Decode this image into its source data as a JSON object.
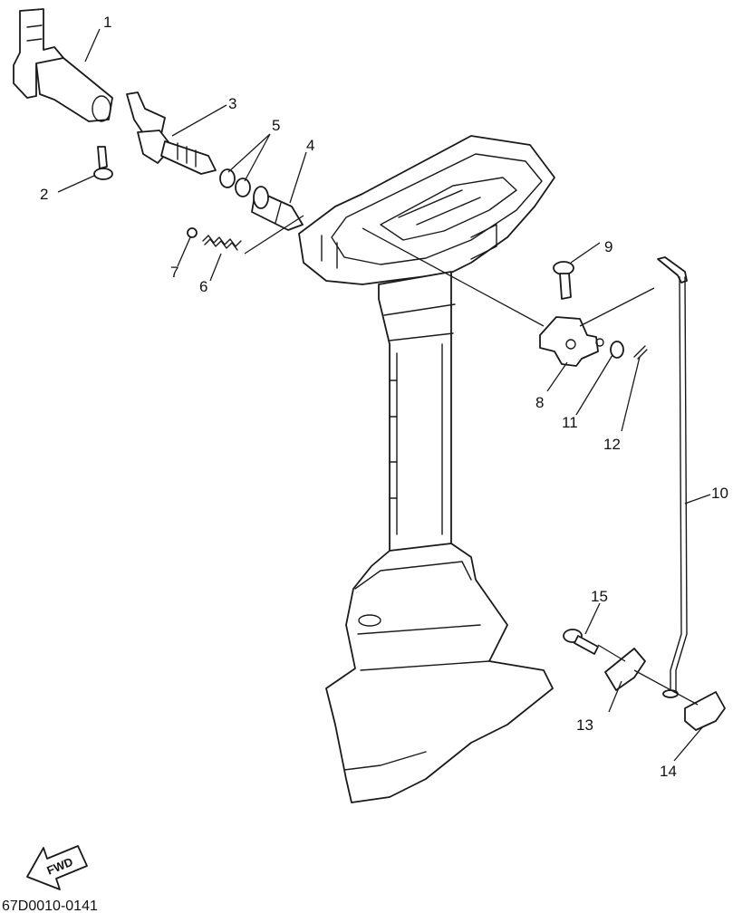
{
  "callouts": [
    {
      "id": "1",
      "label": "1"
    },
    {
      "id": "2",
      "label": "2"
    },
    {
      "id": "3",
      "label": "3"
    },
    {
      "id": "4",
      "label": "4"
    },
    {
      "id": "5",
      "label": "5"
    },
    {
      "id": "6",
      "label": "6"
    },
    {
      "id": "7",
      "label": "7"
    },
    {
      "id": "8",
      "label": "8"
    },
    {
      "id": "9",
      "label": "9"
    },
    {
      "id": "10",
      "label": "10"
    },
    {
      "id": "11",
      "label": "11"
    },
    {
      "id": "12",
      "label": "12"
    },
    {
      "id": "13",
      "label": "13"
    },
    {
      "id": "14",
      "label": "14"
    },
    {
      "id": "15",
      "label": "15"
    }
  ],
  "fwd_arrow_text": "FWD",
  "drawing_code": "67D0010-0141"
}
